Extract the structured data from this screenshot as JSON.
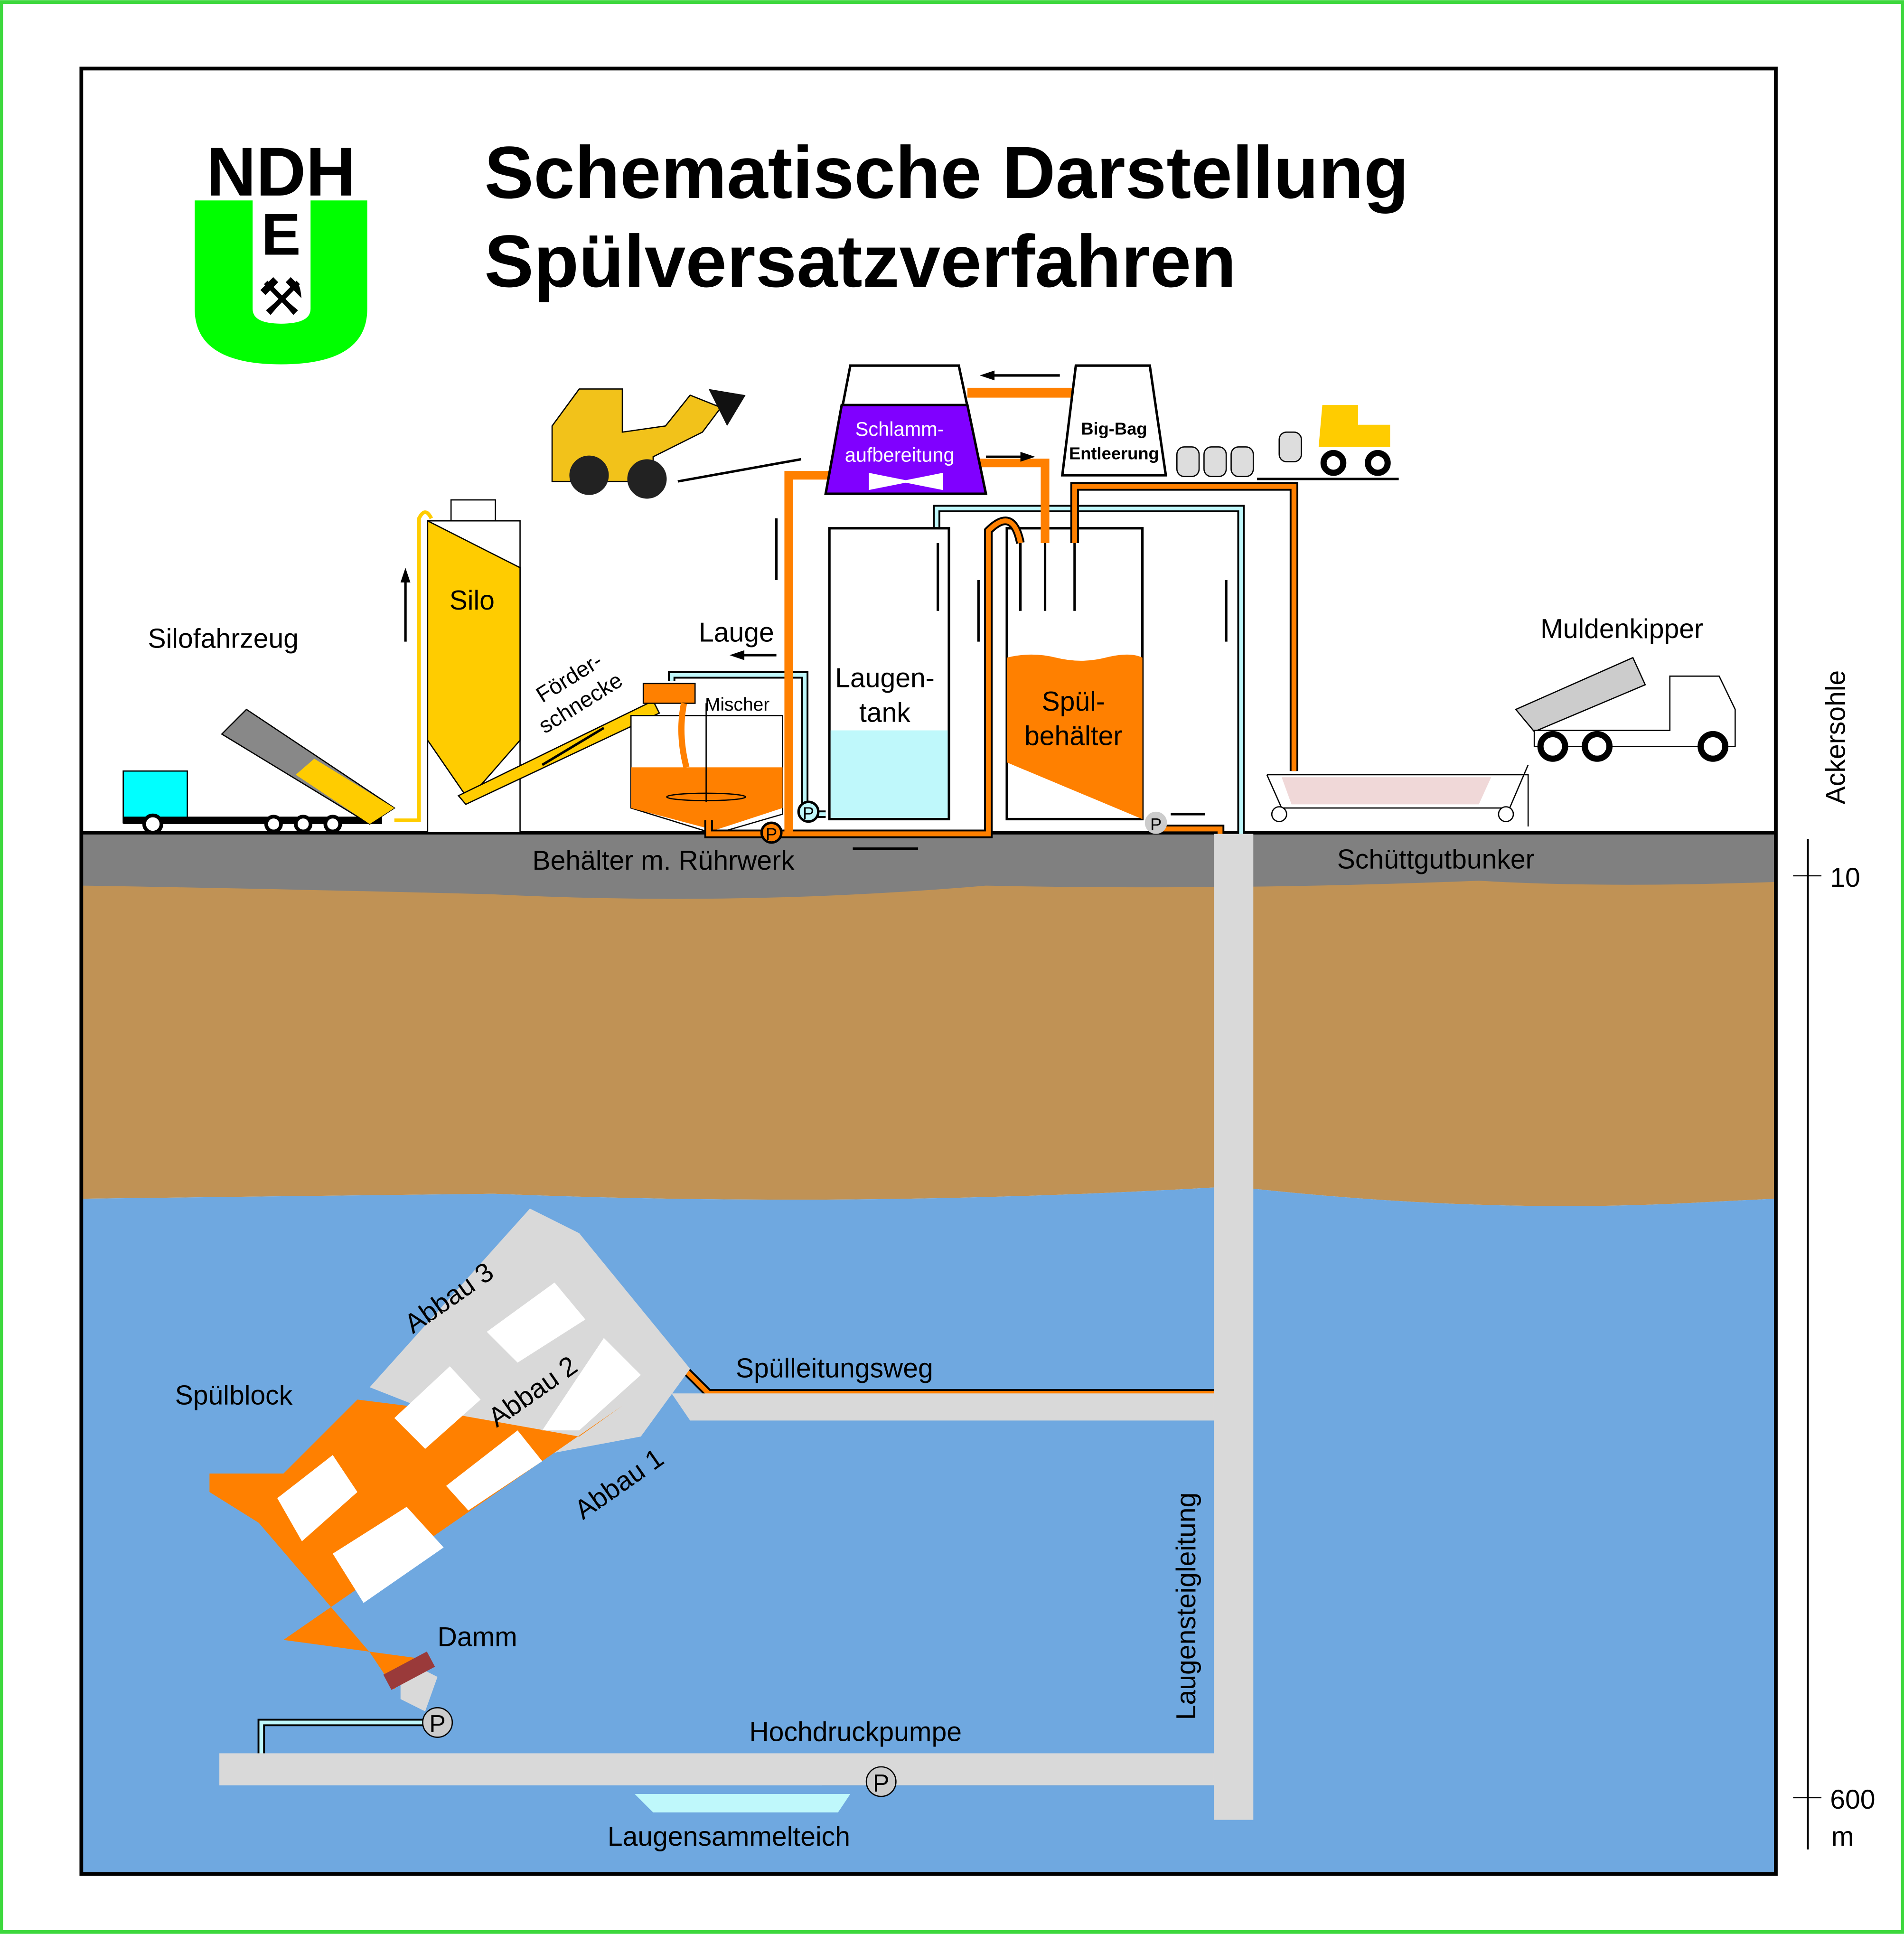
{
  "title": {
    "line1": "Schematische Darstellung",
    "line2": "Spülversatzverfahren"
  },
  "logo": {
    "letters": "NDH",
    "letter_e": "E"
  },
  "surface": {
    "silofahrzeug": "Silofahrzeug",
    "silo": "Silo",
    "foerderschnecke_1": "Förder-",
    "foerderschnecke_2": "schnecke",
    "mischer": "Mischer",
    "lauge": "Lauge",
    "schlamm_1": "Schlamm-",
    "schlamm_2": "aufbereitung",
    "bigbag_1": "Big-Bag",
    "bigbag_2": "Entleerung",
    "laugentank_1": "Laugen-",
    "laugentank_2": "tank",
    "spuel_1": "Spül-",
    "spuel_2": "behälter",
    "muldenkipper": "Muldenkipper",
    "behaelter": "Behälter m. Rührwerk",
    "schuettgut": "Schüttgutbunker",
    "pump": "P"
  },
  "underground": {
    "abbau3": "Abbau 3",
    "abbau2": "Abbau 2",
    "abbau1": "Abbau 1",
    "spuelblock": "Spülblock",
    "spuelleitungsweg": "Spülleitungsweg",
    "laugensteig": "Laugensteigleitung",
    "damm": "Damm",
    "hochdruck": "Hochdruckpumpe",
    "teich": "Laugensammelteich"
  },
  "scale": {
    "label": "Ackersohle",
    "top": "10",
    "bottom": "600",
    "unit": "m"
  },
  "colors": {
    "orange": "#ff8000",
    "blue": "#6fa8e0",
    "brown": "#c09255",
    "grey": "#808080",
    "purple": "#8000ff",
    "yellow": "#ffcc00",
    "lye": "#bff8fb",
    "green": "#00ff00"
  }
}
